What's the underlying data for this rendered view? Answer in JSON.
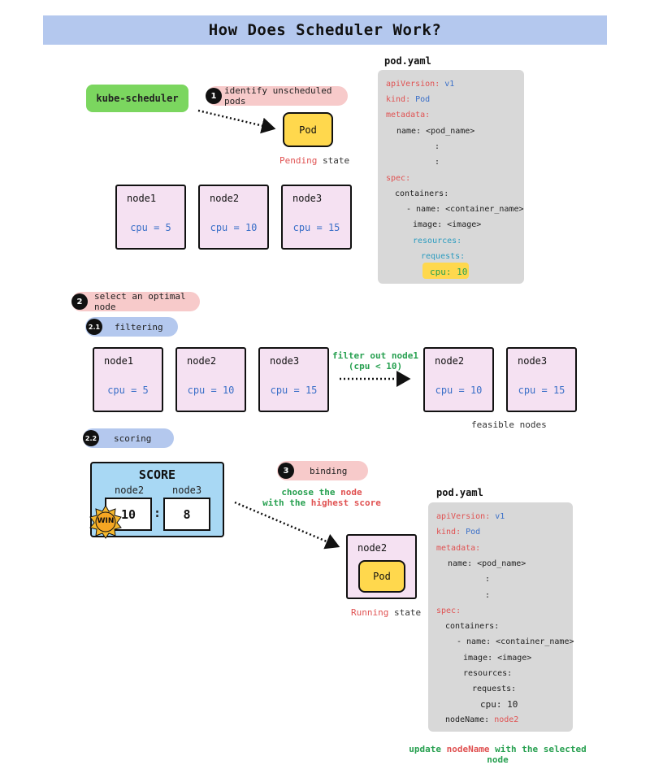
{
  "title": "How Does Scheduler Work?",
  "yaml1": {
    "label": "pod.yaml",
    "lines": {
      "l1_key": "apiVersion:",
      "l1_val": "v1",
      "l2_key": "kind:",
      "l2_val": "Pod",
      "l3_key": "metadata:",
      "l4": "name: <pod_name>",
      "l5": ":",
      "l6": ":",
      "l7_key": "spec:",
      "l8": "containers:",
      "l9": "- name: <container_name>",
      "l10": "image: <image>",
      "l11": "resources:",
      "l12": "requests:",
      "l13": "cpu: 10"
    }
  },
  "yaml2": {
    "label": "pod.yaml",
    "lines": {
      "l1_key": "apiVersion:",
      "l1_val": "v1",
      "l2_key": "kind:",
      "l2_val": "Pod",
      "l3_key": "metadata:",
      "l4": "name: <pod_name>",
      "l5": ":",
      "l6": ":",
      "l7_key": "spec:",
      "l8": "containers:",
      "l9": "- name: <container_name>",
      "l10": "image: <image>",
      "l11": "resources:",
      "l12": "requests:",
      "l13": "cpu: 10",
      "l14_key": "nodeName:",
      "l14_val": "node2"
    }
  },
  "scheduler_label": "kube-scheduler",
  "steps": {
    "s1_num": "1",
    "s1_label": "identify unscheduled pods",
    "s2_num": "2",
    "s2_label": "select an optimal node",
    "s21_num": "2.1",
    "s21_label": "filtering",
    "s22_num": "2.2",
    "s22_label": "scoring",
    "s3_num": "3",
    "s3_label": "binding"
  },
  "pod_label": "Pod",
  "pending": {
    "word": "Pending",
    "rest": " state"
  },
  "running": {
    "word": "Running",
    "rest": " state"
  },
  "nodes_top": [
    {
      "name": "node1",
      "cpu": "cpu = 5"
    },
    {
      "name": "node2",
      "cpu": "cpu = 10"
    },
    {
      "name": "node3",
      "cpu": "cpu = 15"
    }
  ],
  "nodes_filter": [
    {
      "name": "node1",
      "cpu": "cpu = 5"
    },
    {
      "name": "node2",
      "cpu": "cpu = 10"
    },
    {
      "name": "node3",
      "cpu": "cpu = 15"
    }
  ],
  "nodes_feasible": [
    {
      "name": "node2",
      "cpu": "cpu = 10"
    },
    {
      "name": "node3",
      "cpu": "cpu = 15"
    }
  ],
  "filter_note": {
    "line1": "filter out node1",
    "line2": "(cpu < 10)"
  },
  "feasible_label": "feasible nodes",
  "score": {
    "title": "SCORE",
    "left_name": "node2",
    "right_name": "node3",
    "left_val": "10",
    "right_val": "8",
    "sep": ":",
    "win": "WIN"
  },
  "choose": {
    "a": "choose the ",
    "b": "node",
    "c": "with the ",
    "d": "highest score"
  },
  "bound_node": "node2",
  "update_note": {
    "a": "update ",
    "b": "nodeName",
    "c": " with the selected node"
  },
  "colors": {
    "title_bar": "#b4c8ee",
    "green_pill": "#7bd65f",
    "pink_pill": "#f7caca",
    "node_fill": "#f5e1f2",
    "pod_fill": "#ffd84d",
    "yaml_bg": "#d8d8d8",
    "score_bg": "#a8d8f4"
  }
}
